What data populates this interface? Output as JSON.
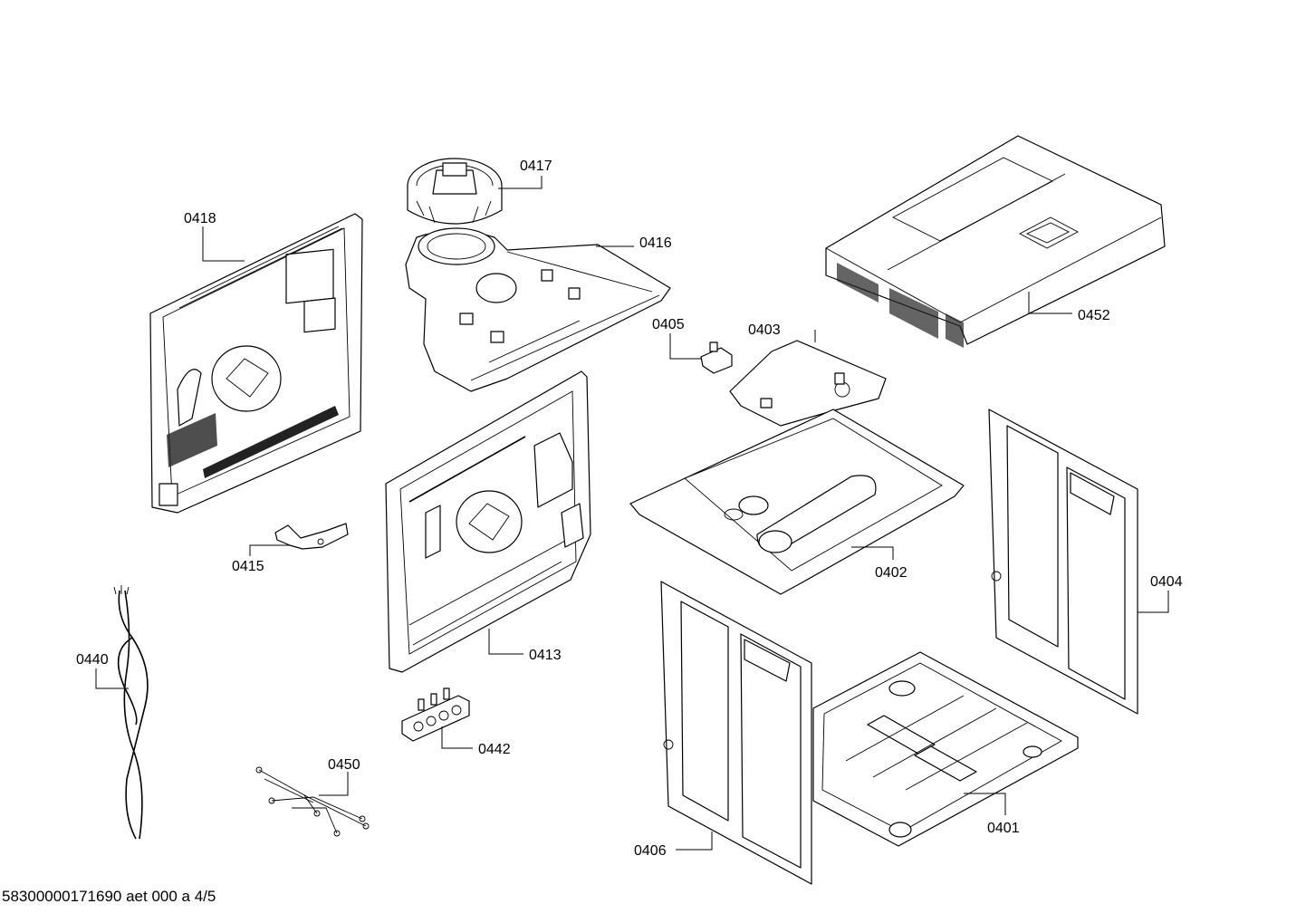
{
  "footer": "58300000171690 aet 000 a 4/5",
  "callouts": {
    "p0417": "0417",
    "p0418": "0418",
    "p0416": "0416",
    "p0405": "0405",
    "p0403": "0403",
    "p0452": "0452",
    "p0402": "0402",
    "p0404": "0404",
    "p0415": "0415",
    "p0413": "0413",
    "p0440": "0440",
    "p0442": "0442",
    "p0450": "0450",
    "p0401": "0401",
    "p0406": "0406"
  }
}
